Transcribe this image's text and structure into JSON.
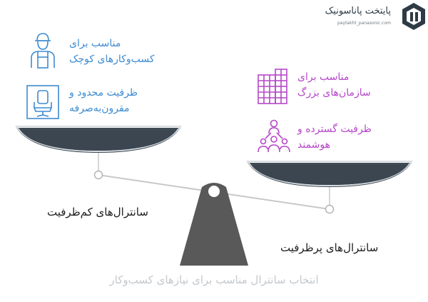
{
  "logo": {
    "name": "پایتخت پاناسونیک",
    "site": "paytakht_panasonic.com"
  },
  "left": {
    "line1": "مناسب برای",
    "line2": "کسب‌وکارهای کوچک",
    "line3": "ظرفیت محدود و",
    "line4": "مقرون‌به‌صرفه",
    "pan_label": "سانترال‌های کم‌ظرفیت",
    "icon1": "worker-icon",
    "icon2": "office-chair-icon"
  },
  "right": {
    "line1": "مناسب برای",
    "line2": "سازمان‌های بزرگ",
    "line3": "ظرفیت گسترده و",
    "line4": "هوشمند",
    "pan_label": "سانترال‌های پرظرفیت",
    "icon1": "building-icon",
    "icon2": "team-icon"
  },
  "caption": "انتخاب سانترال مناسب برای نیازهای کسب‌وکار",
  "colors": {
    "left_accent": "#3e8bd0",
    "right_accent": "#b547c8",
    "pan_fill": "#3f4b55",
    "stand_fill": "#595959",
    "beam": "#c8c8c8"
  }
}
